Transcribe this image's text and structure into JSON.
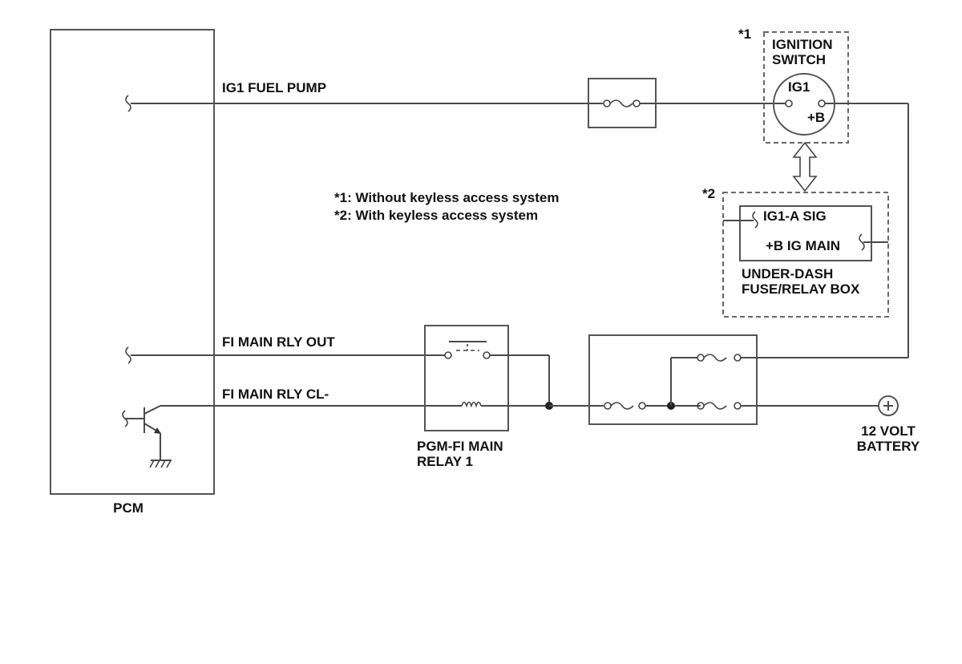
{
  "labels": {
    "pcm": "PCM",
    "ig1_fuel_pump": "IG1 FUEL PUMP",
    "fi_main_rly_out": "FI MAIN RLY OUT",
    "fi_main_rly_cl": "FI MAIN RLY CL-",
    "relay_line1": "PGM-FI MAIN",
    "relay_line2": "RELAY 1",
    "battery_line1": "12 VOLT",
    "battery_line2": "BATTERY",
    "ignition_marker": "*1",
    "ignition_line1": "IGNITION",
    "ignition_line2": "SWITCH",
    "ig1_terminal": "IG1",
    "plus_b_terminal": "+B",
    "keyless_marker": "*2",
    "ig1_a_sig": "IG1-A SIG",
    "plus_b_ig_main": "+B IG MAIN",
    "underdash_line1": "UNDER-DASH",
    "underdash_line2": "FUSE/RELAY BOX"
  },
  "notes": [
    "*1: Without keyless access system",
    "*2: With keyless access system"
  ],
  "colors": {
    "wire": "#4a4a4a",
    "text": "#111111",
    "background": "#ffffff"
  }
}
